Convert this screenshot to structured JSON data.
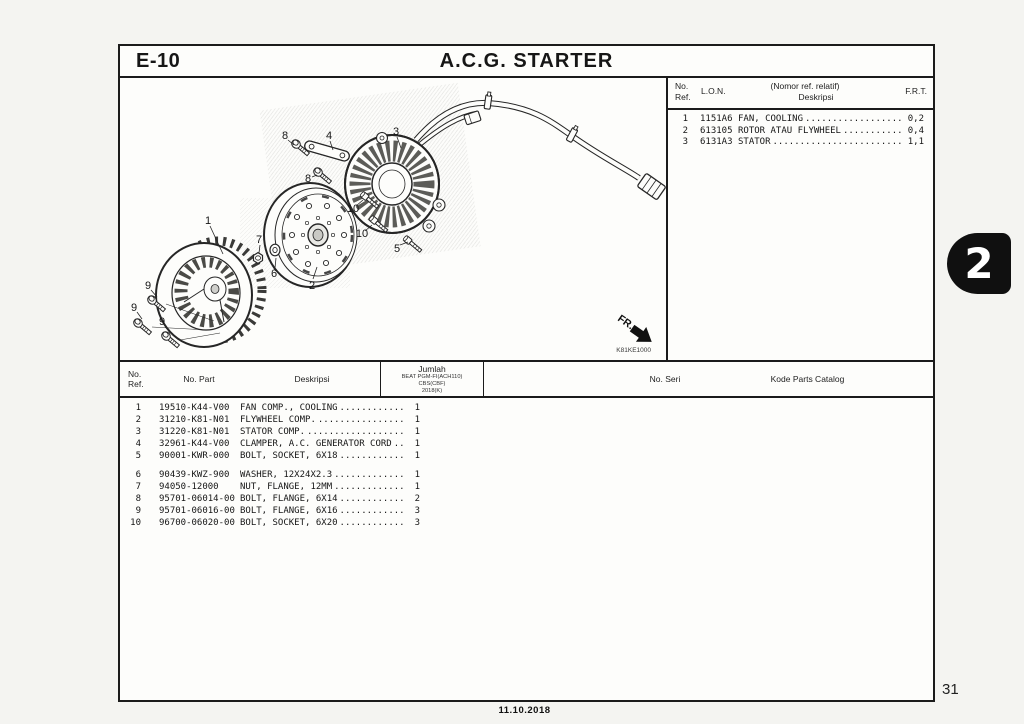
{
  "page": {
    "section_code": "E-10",
    "title": "A.C.G. STARTER",
    "page_number": "31",
    "date": "11.10.2018",
    "diagram_code": "K81KE1000",
    "fr_label": "FR.",
    "tab_label": "2"
  },
  "leader_dots": "................................................................................",
  "ref_table": {
    "header": {
      "no": "No.",
      "ref": "Ref.",
      "lon": "L.O.N.",
      "rel": "(Nomor ref. relatif)",
      "deskripsi": "Deskripsi",
      "frt": "F.R.T."
    },
    "rows": [
      {
        "no": "1",
        "lon": "1151A6",
        "desc": "FAN, COOLING",
        "frt": "0,2"
      },
      {
        "no": "2",
        "lon": "613105",
        "desc": "ROTOR ATAU FLYWHEEL",
        "frt": "0,4"
      },
      {
        "no": "3",
        "lon": "6131A3",
        "desc": "STATOR",
        "frt": "1,1"
      }
    ]
  },
  "parts_table": {
    "header": {
      "no": "No.",
      "ref": "Ref.",
      "no_part": "No. Part",
      "deskripsi": "Deskripsi",
      "jumlah": "Jumlah",
      "jumlah_sub1": "BEAT PGM-FI(ACH110)",
      "jumlah_sub2": "CBS(CBF)",
      "jumlah_sub3": "2018(K)",
      "no_seri": "No. Seri",
      "kode_parts": "Kode Parts Catalog"
    },
    "rows_group1": [
      {
        "no": "1",
        "part": "19510-K44-V00",
        "desc": "FAN COMP., COOLING",
        "qty": "1"
      },
      {
        "no": "2",
        "part": "31210-K81-N01",
        "desc": "FLYWHEEL COMP.",
        "qty": "1"
      },
      {
        "no": "3",
        "part": "31220-K81-N01",
        "desc": "STATOR COMP.",
        "qty": "1"
      },
      {
        "no": "4",
        "part": "32961-K44-V00",
        "desc": "CLAMPER, A.C. GENERATOR CORD",
        "qty": "1"
      },
      {
        "no": "5",
        "part": "90001-KWR-000",
        "desc": "BOLT, SOCKET, 6X18",
        "qty": "1"
      }
    ],
    "rows_group2": [
      {
        "no": "6",
        "part": "90439-KWZ-900",
        "desc": "WASHER, 12X24X2.3",
        "qty": "1"
      },
      {
        "no": "7",
        "part": "94050-12000",
        "desc": "NUT, FLANGE, 12MM",
        "qty": "1"
      },
      {
        "no": "8",
        "part": "95701-06014-00",
        "desc": "BOLT, FLANGE, 6X14",
        "qty": "2"
      },
      {
        "no": "9",
        "part": "95701-06016-00",
        "desc": "BOLT, FLANGE, 6X16",
        "qty": "3"
      },
      {
        "no": "10",
        "part": "96700-06020-00",
        "desc": "BOLT, SOCKET, 6X20",
        "qty": "3"
      }
    ]
  },
  "diagram": {
    "callouts": [
      {
        "label": "1"
      },
      {
        "label": "2"
      },
      {
        "label": "3"
      },
      {
        "label": "4"
      },
      {
        "label": "5"
      },
      {
        "label": "6"
      },
      {
        "label": "7"
      },
      {
        "label": "8"
      },
      {
        "label": "8"
      },
      {
        "label": "9"
      },
      {
        "label": "9"
      },
      {
        "label": "9"
      },
      {
        "label": "10"
      },
      {
        "label": "10"
      }
    ]
  }
}
